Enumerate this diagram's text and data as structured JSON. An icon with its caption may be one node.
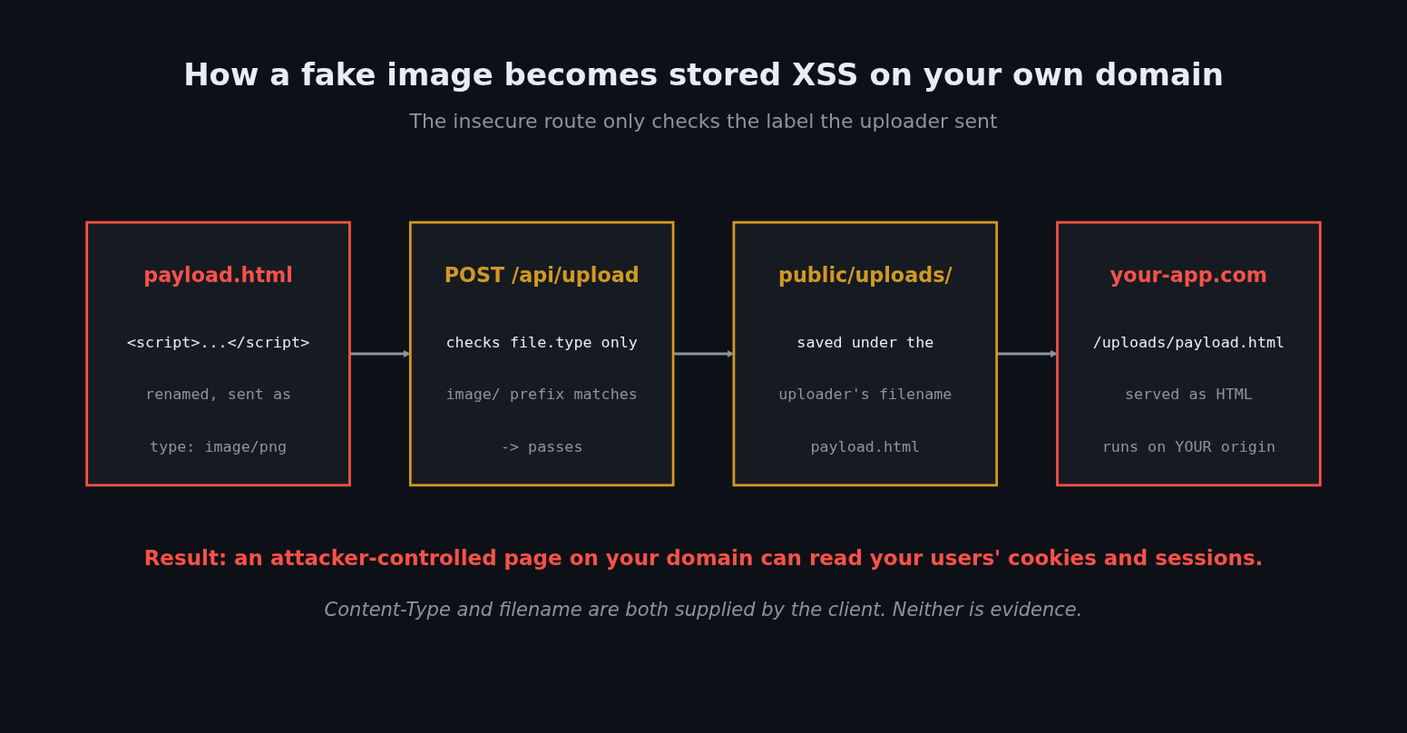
{
  "diagram": {
    "title": "How a fake image becomes stored XSS on your own domain",
    "nodes": [
      {
        "text": [
          "payload.html",
          "<script>...</script>",
          "renamed, sent as",
          "type: image/png"
        ]
      },
      {
        "text": [
          "POST /api/upload",
          "checks file.type only",
          "image/ prefix matches",
          "-> passes"
        ]
      },
      {
        "text": [
          "public/uploads/",
          "saved under the",
          "uploader's filename",
          "payload.html"
        ]
      },
      {
        "text": [
          "your-app.com",
          "/uploads/payload.html",
          "served as HTML",
          "runs on YOUR origin"
        ]
      }
    ],
    "edges": [
      {
        "from": 0,
        "to": 1,
        "arrow": "to"
      },
      {
        "from": 1,
        "to": 2,
        "arrow": "to"
      },
      {
        "from": 2,
        "to": 3,
        "arrow": "to"
      }
    ],
    "labels": [
      "The insecure route only checks the label the uploader sent",
      "Result: an attacker-controlled page on your domain can read your users' cookies and sessions.",
      "Content-Type and filename are both supplied by the client. Neither is evidence."
    ]
  }
}
